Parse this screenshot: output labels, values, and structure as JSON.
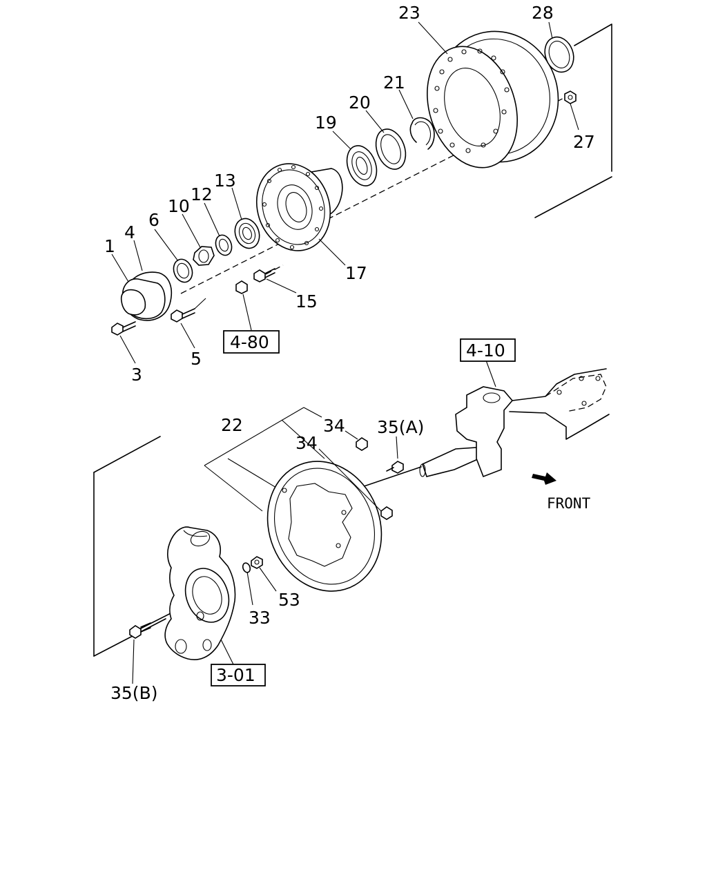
{
  "labels": {
    "p1": "1",
    "p3": "3",
    "p4": "4",
    "p5": "5",
    "p6": "6",
    "p10": "10",
    "p12": "12",
    "p13": "13",
    "p15": "15",
    "p17": "17",
    "p19": "19",
    "p20": "20",
    "p21": "21",
    "p22": "22",
    "p23": "23",
    "p27": "27",
    "p28": "28",
    "p33": "33",
    "p34a": "34",
    "p34b": "34",
    "p35a": "35(A)",
    "p35b": "35(B)",
    "p53": "53"
  },
  "refs": {
    "r480": "4-80",
    "r410": "4-10",
    "r301": "3-01"
  },
  "front_label": "FRONT"
}
